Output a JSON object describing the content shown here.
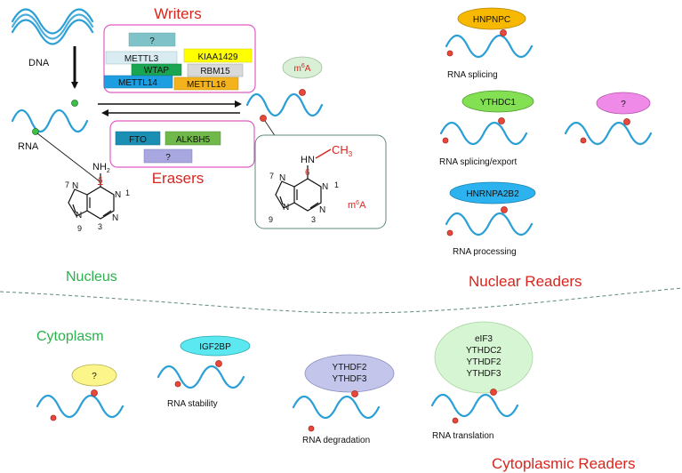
{
  "headings": {
    "writers": "Writers",
    "erasers": "Erasers",
    "nucleus": "Nucleus",
    "cytoplasm": "Cytoplasm",
    "nuclear_readers": "Nuclear Readers",
    "cytoplasmic_readers": "Cytoplasmic Readers"
  },
  "labels": {
    "dna": "DNA",
    "rna": "RNA",
    "m6a_prefix": "m",
    "m6a_sup": "6",
    "m6a_suffix": "A",
    "nh2_main": "NH",
    "nh2_sub": "2",
    "hn": "HN",
    "ch3_main": "CH",
    "ch3_sub": "3",
    "num_6": "6",
    "num_1": "1",
    "num_7": "7",
    "num_9": "9",
    "num_3": "3",
    "atom_n": "N"
  },
  "writers": [
    "?",
    "METTL3",
    "WTAP",
    "METTL14",
    "KIAA1429",
    "RBM15",
    "METTL16"
  ],
  "erasers": [
    "FTO",
    "ALKBH5",
    "?"
  ],
  "nuclear_readers": [
    {
      "name": "HNPNPC",
      "function": "RNA splicing"
    },
    {
      "name": "YTHDC1",
      "function": "RNA splicing/export"
    },
    {
      "name": "?",
      "function": ""
    },
    {
      "name": "HNRNPA2B2",
      "function": "RNA processing"
    }
  ],
  "cytoplasmic_readers": [
    {
      "lines": [
        "?"
      ],
      "function": ""
    },
    {
      "lines": [
        "IGF2BP"
      ],
      "function": "RNA stability"
    },
    {
      "lines": [
        "YTHDF2",
        "YTHDF3"
      ],
      "function": "RNA degradation"
    },
    {
      "lines": [
        "eIF3",
        "YTHDC2",
        "YTHDF2",
        "YTHDF3"
      ],
      "function": "RNA translation"
    }
  ],
  "colors": {
    "heading_red": "#d7261e",
    "heading_green": "#2bb24c",
    "wave_blue": "#2a9fd6",
    "modification_dot": "#e8473a",
    "box_border_pink": "#e05cc6",
    "writer_question": "#7fc3c9",
    "mettl3": "#d8ecf2",
    "wtap": "#1aa650",
    "mettl14": "#1d9ee0",
    "kiaa1429": "#ffff00",
    "rbm15": "#d9d9d9",
    "mettl16": "#f4b31c",
    "fto": "#1b8fb3",
    "alkbh5": "#71b84b",
    "eraser_question": "#a9a7e0",
    "hnpnpc": "#f7b800",
    "ythdc1": "#82e052",
    "nuclear_question": "#f08ae8",
    "hnrnpa2b2": "#2cb3ef",
    "cyto_question": "#fbf58a",
    "igf2bp": "#5ce8f0",
    "ythdf2_3": "#c3c6ea",
    "eif3_group": "#d6f5d2",
    "m6a_bubble": "#d9efd6"
  }
}
